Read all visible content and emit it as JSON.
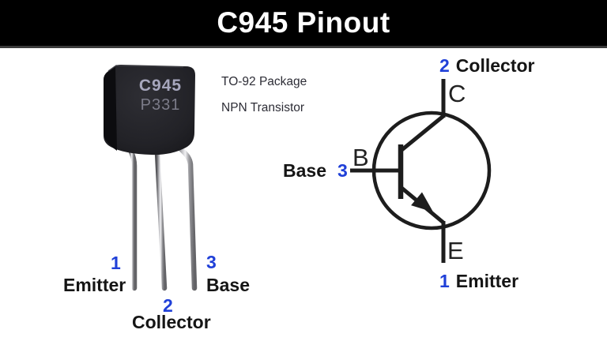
{
  "header": {
    "title": "C945 Pinout"
  },
  "device": {
    "marking_line1": "C945",
    "marking_line2": "P331",
    "package_type": "TO-92 Package",
    "transistor_type": "NPN Transistor"
  },
  "pinout": {
    "pins": [
      {
        "number": "1",
        "name": "Emitter"
      },
      {
        "number": "2",
        "name": "Collector"
      },
      {
        "number": "3",
        "name": "Base"
      }
    ]
  },
  "schematic": {
    "collector": {
      "pin": "2",
      "name": "Collector",
      "letter": "C"
    },
    "base": {
      "pin": "3",
      "name": "Base",
      "letter": "B"
    },
    "emitter": {
      "pin": "1",
      "name": "Emitter",
      "letter": "E"
    }
  },
  "colors": {
    "title_bg": "#000000",
    "title_text": "#ffffff",
    "accent_blue": "#2040d8",
    "label_text": "#151515",
    "symbol_stroke": "#1d1d1d",
    "package_body": "#1e1e22"
  }
}
